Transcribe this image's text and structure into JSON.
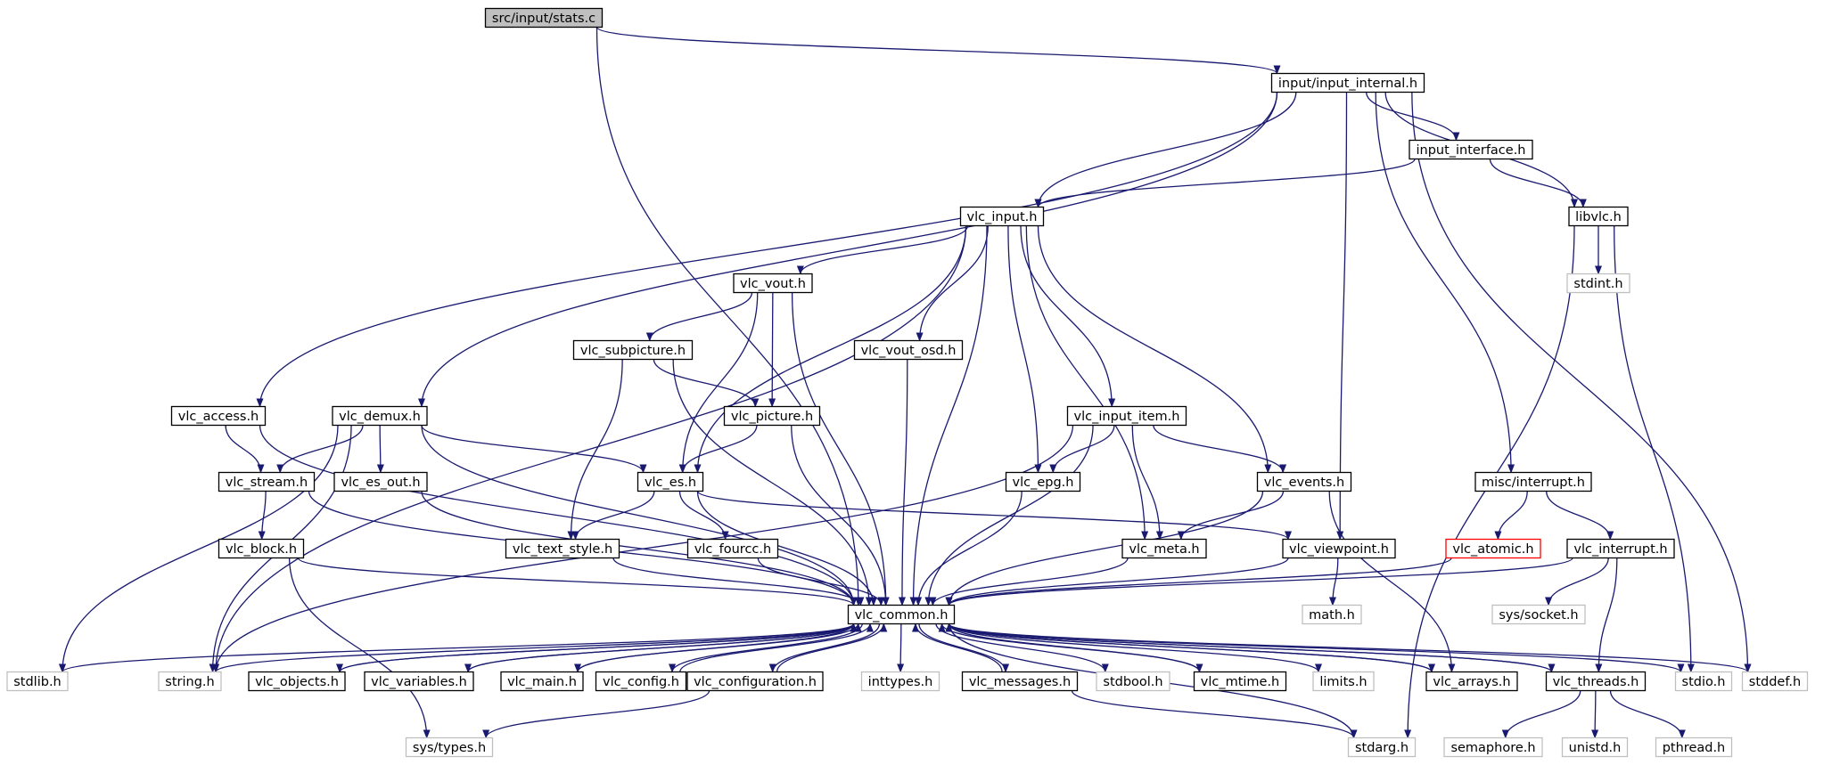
{
  "title": "src/input/stats.c",
  "colors": {
    "edge": "#191970",
    "node_border": "#000000",
    "root_fill": "#bfbfbf",
    "system_border": "#bfbfbf",
    "undocumented_border": "#ff0000"
  },
  "nodes": [
    {
      "id": "stats_c",
      "label": "src/input/stats.c",
      "kind": "root"
    },
    {
      "id": "input_internal",
      "label": "input/input_internal.h",
      "kind": "local"
    },
    {
      "id": "input_interface",
      "label": "input_interface.h",
      "kind": "local"
    },
    {
      "id": "vlc_input",
      "label": "vlc_input.h",
      "kind": "local"
    },
    {
      "id": "libvlc",
      "label": "libvlc.h",
      "kind": "local"
    },
    {
      "id": "stdint",
      "label": "stdint.h",
      "kind": "system"
    },
    {
      "id": "vlc_vout",
      "label": "vlc_vout.h",
      "kind": "local"
    },
    {
      "id": "vlc_subpicture",
      "label": "vlc_subpicture.h",
      "kind": "local"
    },
    {
      "id": "vlc_vout_osd",
      "label": "vlc_vout_osd.h",
      "kind": "local"
    },
    {
      "id": "vlc_access",
      "label": "vlc_access.h",
      "kind": "local"
    },
    {
      "id": "vlc_demux",
      "label": "vlc_demux.h",
      "kind": "local"
    },
    {
      "id": "vlc_picture",
      "label": "vlc_picture.h",
      "kind": "local"
    },
    {
      "id": "vlc_input_item",
      "label": "vlc_input_item.h",
      "kind": "local"
    },
    {
      "id": "vlc_stream",
      "label": "vlc_stream.h",
      "kind": "local"
    },
    {
      "id": "vlc_es_out",
      "label": "vlc_es_out.h",
      "kind": "local"
    },
    {
      "id": "vlc_es",
      "label": "vlc_es.h",
      "kind": "local"
    },
    {
      "id": "vlc_epg",
      "label": "vlc_epg.h",
      "kind": "local"
    },
    {
      "id": "vlc_events",
      "label": "vlc_events.h",
      "kind": "local"
    },
    {
      "id": "misc_interrupt",
      "label": "misc/interrupt.h",
      "kind": "local"
    },
    {
      "id": "vlc_block",
      "label": "vlc_block.h",
      "kind": "local"
    },
    {
      "id": "vlc_text_style",
      "label": "vlc_text_style.h",
      "kind": "local"
    },
    {
      "id": "vlc_fourcc",
      "label": "vlc_fourcc.h",
      "kind": "local"
    },
    {
      "id": "vlc_meta",
      "label": "vlc_meta.h",
      "kind": "local"
    },
    {
      "id": "vlc_viewpoint",
      "label": "vlc_viewpoint.h",
      "kind": "local"
    },
    {
      "id": "vlc_atomic",
      "label": "vlc_atomic.h",
      "kind": "undocumented"
    },
    {
      "id": "vlc_interrupt",
      "label": "vlc_interrupt.h",
      "kind": "local"
    },
    {
      "id": "math",
      "label": "math.h",
      "kind": "system"
    },
    {
      "id": "sys_socket",
      "label": "sys/socket.h",
      "kind": "system"
    },
    {
      "id": "vlc_common",
      "label": "vlc_common.h",
      "kind": "local"
    },
    {
      "id": "stdlib",
      "label": "stdlib.h",
      "kind": "system"
    },
    {
      "id": "string",
      "label": "string.h",
      "kind": "system"
    },
    {
      "id": "vlc_objects",
      "label": "vlc_objects.h",
      "kind": "local"
    },
    {
      "id": "vlc_variables",
      "label": "vlc_variables.h",
      "kind": "local"
    },
    {
      "id": "vlc_main",
      "label": "vlc_main.h",
      "kind": "local"
    },
    {
      "id": "vlc_config",
      "label": "vlc_config.h",
      "kind": "local"
    },
    {
      "id": "vlc_configuration",
      "label": "vlc_configuration.h",
      "kind": "local"
    },
    {
      "id": "inttypes",
      "label": "inttypes.h",
      "kind": "system"
    },
    {
      "id": "vlc_messages",
      "label": "vlc_messages.h",
      "kind": "local"
    },
    {
      "id": "stdbool",
      "label": "stdbool.h",
      "kind": "system"
    },
    {
      "id": "vlc_mtime",
      "label": "vlc_mtime.h",
      "kind": "local"
    },
    {
      "id": "limits",
      "label": "limits.h",
      "kind": "system"
    },
    {
      "id": "vlc_arrays",
      "label": "vlc_arrays.h",
      "kind": "local"
    },
    {
      "id": "vlc_threads",
      "label": "vlc_threads.h",
      "kind": "local"
    },
    {
      "id": "stdio",
      "label": "stdio.h",
      "kind": "system"
    },
    {
      "id": "stddef",
      "label": "stddef.h",
      "kind": "system"
    },
    {
      "id": "sys_types",
      "label": "sys/types.h",
      "kind": "system"
    },
    {
      "id": "stdarg",
      "label": "stdarg.h",
      "kind": "system"
    },
    {
      "id": "semaphore",
      "label": "semaphore.h",
      "kind": "system"
    },
    {
      "id": "unistd",
      "label": "unistd.h",
      "kind": "system"
    },
    {
      "id": "pthread",
      "label": "pthread.h",
      "kind": "system"
    }
  ],
  "edges": [
    [
      "stats_c",
      "input_internal"
    ],
    [
      "stats_c",
      "vlc_common"
    ],
    [
      "input_internal",
      "vlc_access"
    ],
    [
      "input_internal",
      "vlc_demux"
    ],
    [
      "input_internal",
      "vlc_input"
    ],
    [
      "input_internal",
      "input_interface"
    ],
    [
      "input_internal",
      "libvlc"
    ],
    [
      "input_internal",
      "vlc_viewpoint"
    ],
    [
      "input_internal",
      "misc_interrupt"
    ],
    [
      "input_internal",
      "stddef"
    ],
    [
      "input_interface",
      "vlc_input"
    ],
    [
      "input_interface",
      "libvlc"
    ],
    [
      "libvlc",
      "stdint"
    ],
    [
      "libvlc",
      "stdio"
    ],
    [
      "libvlc",
      "stdarg"
    ],
    [
      "vlc_input",
      "string"
    ],
    [
      "vlc_input",
      "vlc_es"
    ],
    [
      "vlc_input",
      "vlc_vout"
    ],
    [
      "vlc_input",
      "vlc_vout_osd"
    ],
    [
      "vlc_input",
      "vlc_common"
    ],
    [
      "vlc_input",
      "vlc_epg"
    ],
    [
      "vlc_input",
      "vlc_input_item"
    ],
    [
      "vlc_input",
      "vlc_meta"
    ],
    [
      "vlc_input",
      "vlc_events"
    ],
    [
      "vlc_vout",
      "vlc_subpicture"
    ],
    [
      "vlc_vout",
      "vlc_picture"
    ],
    [
      "vlc_vout",
      "vlc_es"
    ],
    [
      "vlc_vout",
      "vlc_common"
    ],
    [
      "vlc_subpicture",
      "vlc_picture"
    ],
    [
      "vlc_subpicture",
      "vlc_text_style"
    ],
    [
      "vlc_subpicture",
      "vlc_common"
    ],
    [
      "vlc_vout_osd",
      "vlc_common"
    ],
    [
      "vlc_picture",
      "vlc_es"
    ],
    [
      "vlc_picture",
      "vlc_common"
    ],
    [
      "vlc_access",
      "vlc_stream"
    ],
    [
      "vlc_access",
      "vlc_common"
    ],
    [
      "vlc_demux",
      "stdlib"
    ],
    [
      "vlc_demux",
      "string"
    ],
    [
      "vlc_demux",
      "vlc_stream"
    ],
    [
      "vlc_demux",
      "vlc_es_out"
    ],
    [
      "vlc_demux",
      "vlc_common"
    ],
    [
      "vlc_demux",
      "vlc_es"
    ],
    [
      "vlc_stream",
      "vlc_block"
    ],
    [
      "vlc_stream",
      "vlc_common"
    ],
    [
      "vlc_es_out",
      "vlc_common"
    ],
    [
      "vlc_block",
      "sys_types"
    ],
    [
      "vlc_block",
      "vlc_common"
    ],
    [
      "vlc_es",
      "vlc_text_style"
    ],
    [
      "vlc_es",
      "vlc_fourcc"
    ],
    [
      "vlc_es",
      "vlc_common"
    ],
    [
      "vlc_es",
      "vlc_viewpoint"
    ],
    [
      "vlc_text_style",
      "vlc_common"
    ],
    [
      "vlc_fourcc",
      "vlc_common"
    ],
    [
      "vlc_input_item",
      "string"
    ],
    [
      "vlc_input_item",
      "vlc_epg"
    ],
    [
      "vlc_input_item",
      "vlc_common"
    ],
    [
      "vlc_input_item",
      "vlc_meta"
    ],
    [
      "vlc_input_item",
      "vlc_events"
    ],
    [
      "vlc_epg",
      "vlc_common"
    ],
    [
      "vlc_events",
      "vlc_meta"
    ],
    [
      "vlc_events",
      "vlc_common"
    ],
    [
      "vlc_events",
      "vlc_arrays"
    ],
    [
      "vlc_meta",
      "vlc_common"
    ],
    [
      "vlc_viewpoint",
      "math"
    ],
    [
      "vlc_viewpoint",
      "vlc_common"
    ],
    [
      "misc_interrupt",
      "vlc_atomic"
    ],
    [
      "misc_interrupt",
      "vlc_interrupt"
    ],
    [
      "vlc_atomic",
      "vlc_common"
    ],
    [
      "vlc_interrupt",
      "sys_socket"
    ],
    [
      "vlc_interrupt",
      "vlc_threads"
    ],
    [
      "vlc_interrupt",
      "vlc_common"
    ],
    [
      "vlc_common",
      "stdlib"
    ],
    [
      "vlc_common",
      "string"
    ],
    [
      "vlc_common",
      "vlc_objects"
    ],
    [
      "vlc_common",
      "vlc_variables"
    ],
    [
      "vlc_common",
      "vlc_main"
    ],
    [
      "vlc_common",
      "vlc_config"
    ],
    [
      "vlc_common",
      "vlc_configuration"
    ],
    [
      "vlc_common",
      "inttypes"
    ],
    [
      "vlc_common",
      "vlc_messages"
    ],
    [
      "vlc_common",
      "stdbool"
    ],
    [
      "vlc_common",
      "vlc_mtime"
    ],
    [
      "vlc_common",
      "limits"
    ],
    [
      "vlc_common",
      "vlc_arrays"
    ],
    [
      "vlc_common",
      "vlc_threads"
    ],
    [
      "vlc_common",
      "stdio"
    ],
    [
      "vlc_common",
      "stddef"
    ],
    [
      "vlc_common",
      "stdarg"
    ],
    [
      "vlc_objects",
      "vlc_common"
    ],
    [
      "vlc_variables",
      "vlc_common"
    ],
    [
      "vlc_main",
      "vlc_common"
    ],
    [
      "vlc_config",
      "vlc_common"
    ],
    [
      "vlc_configuration",
      "vlc_common"
    ],
    [
      "vlc_configuration",
      "sys_types"
    ],
    [
      "vlc_messages",
      "vlc_common"
    ],
    [
      "vlc_messages",
      "stdarg"
    ],
    [
      "vlc_mtime",
      "vlc_common"
    ],
    [
      "vlc_arrays",
      "vlc_common"
    ],
    [
      "vlc_threads",
      "vlc_common"
    ],
    [
      "vlc_threads",
      "semaphore"
    ],
    [
      "vlc_threads",
      "unistd"
    ],
    [
      "vlc_threads",
      "pthread"
    ]
  ]
}
